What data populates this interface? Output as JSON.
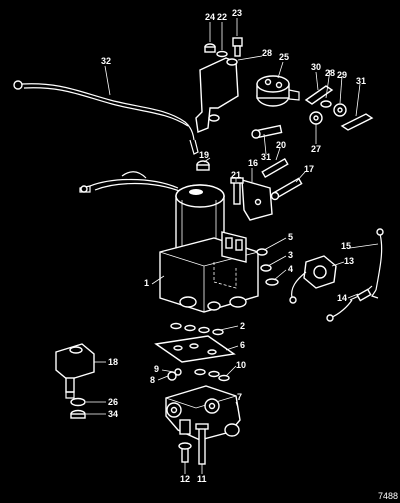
{
  "diagram": {
    "drawing_id": "7488",
    "callouts": [
      "1",
      "2",
      "3",
      "4",
      "5",
      "6",
      "7",
      "8",
      "9",
      "10",
      "11",
      "12",
      "13",
      "14",
      "15",
      "16",
      "17",
      "18",
      "19",
      "20",
      "21",
      "22",
      "23",
      "24",
      "25",
      "26",
      "27",
      "28",
      "28",
      "29",
      "30",
      "31",
      "32",
      "33",
      "34"
    ]
  }
}
